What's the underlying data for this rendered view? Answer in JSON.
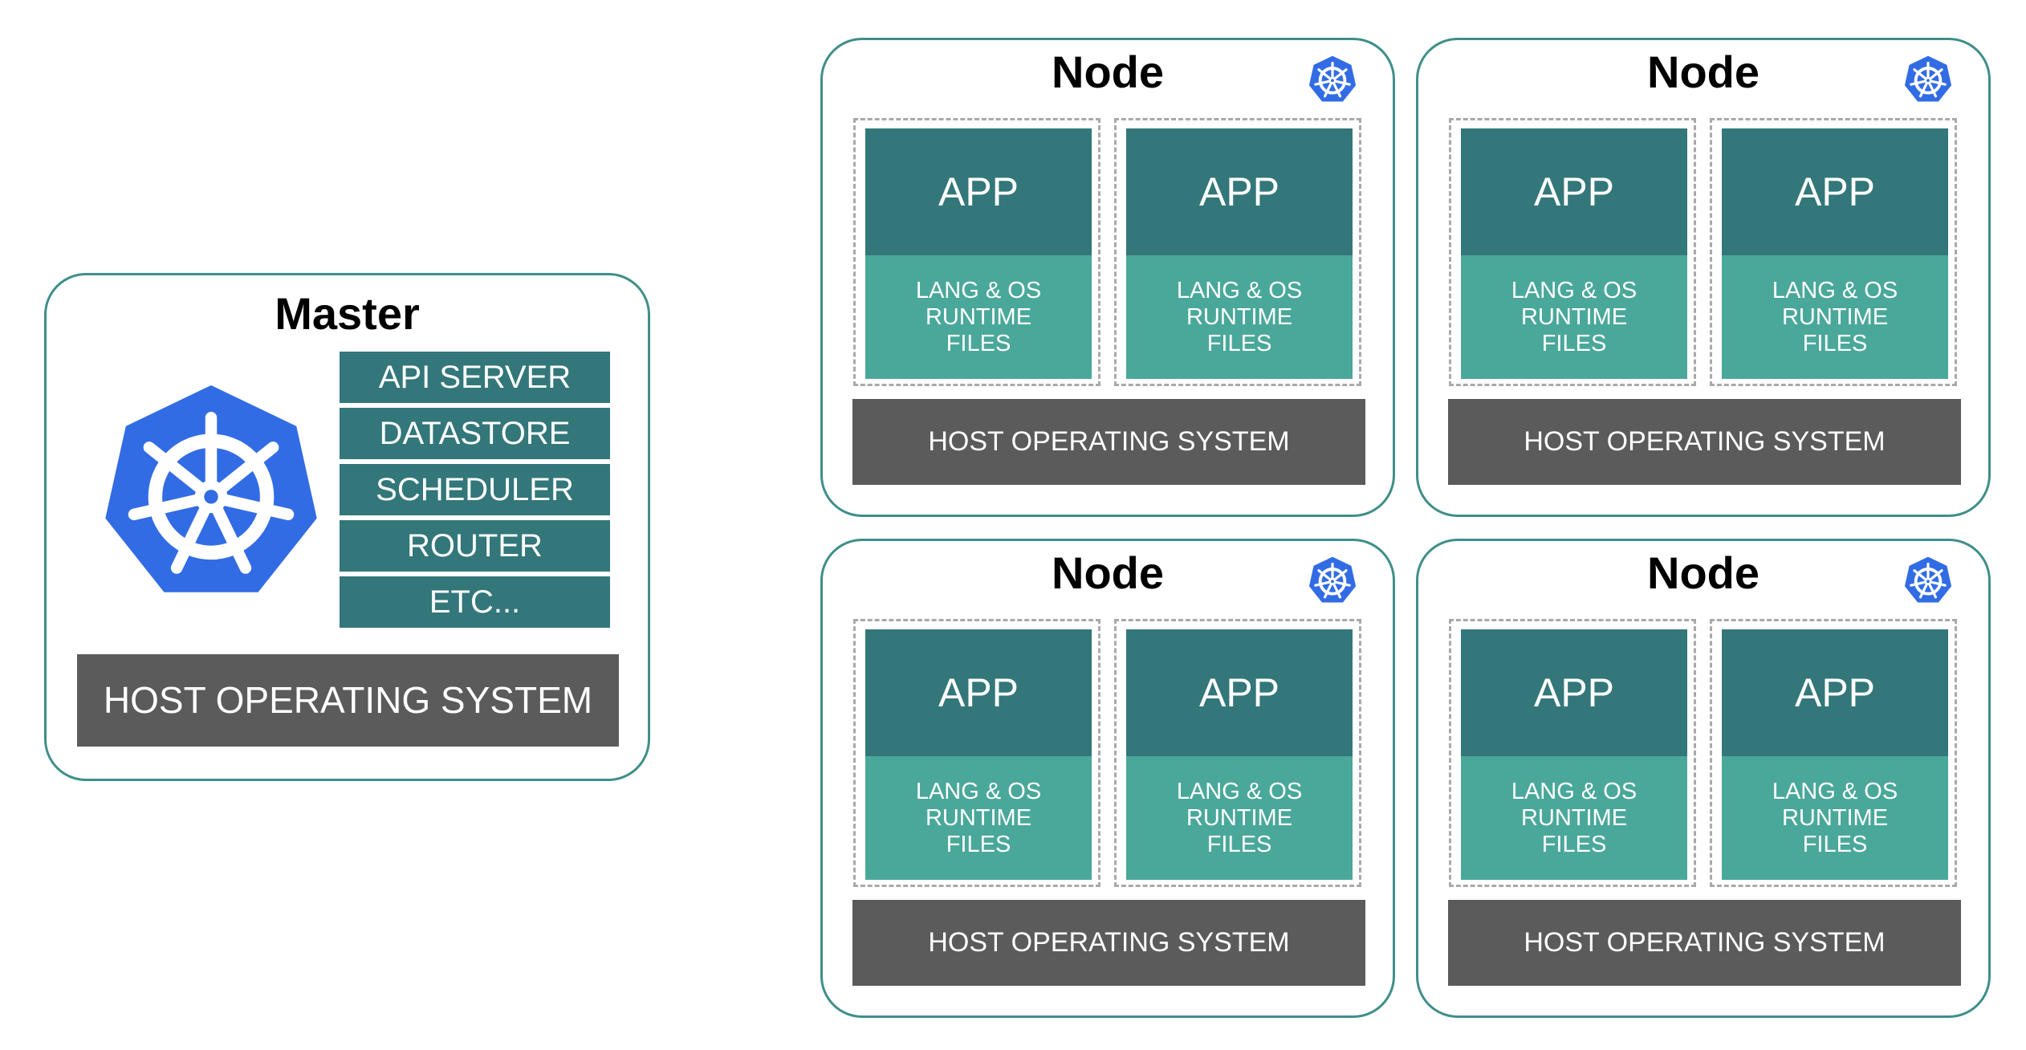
{
  "colors": {
    "panel_border": "#3f8f8a",
    "component_bg": "#33777a",
    "app_top_bg": "#33777a",
    "app_bottom_bg": "#4aa89a",
    "host_os_bg": "#5b5b5b",
    "kubernetes_logo": "#326ce5",
    "dashed_border": "#a9a9a9"
  },
  "master": {
    "title": "Master",
    "logo_icon": "kubernetes-helm-wheel",
    "components": [
      "API SERVER",
      "DATASTORE",
      "SCHEDULER",
      "ROUTER",
      "ETC..."
    ],
    "host_os": "HOST OPERATING SYSTEM"
  },
  "nodes": [
    {
      "title": "Node",
      "logo_icon": "kubernetes-helm-wheel",
      "apps": [
        {
          "label": "APP",
          "runtime": [
            "LANG & OS",
            "RUNTIME",
            "FILES"
          ]
        },
        {
          "label": "APP",
          "runtime": [
            "LANG & OS",
            "RUNTIME",
            "FILES"
          ]
        }
      ],
      "host_os": "HOST OPERATING SYSTEM"
    },
    {
      "title": "Node",
      "logo_icon": "kubernetes-helm-wheel",
      "apps": [
        {
          "label": "APP",
          "runtime": [
            "LANG & OS",
            "RUNTIME",
            "FILES"
          ]
        },
        {
          "label": "APP",
          "runtime": [
            "LANG & OS",
            "RUNTIME",
            "FILES"
          ]
        }
      ],
      "host_os": "HOST OPERATING SYSTEM"
    },
    {
      "title": "Node",
      "logo_icon": "kubernetes-helm-wheel",
      "apps": [
        {
          "label": "APP",
          "runtime": [
            "LANG & OS",
            "RUNTIME",
            "FILES"
          ]
        },
        {
          "label": "APP",
          "runtime": [
            "LANG & OS",
            "RUNTIME",
            "FILES"
          ]
        }
      ],
      "host_os": "HOST OPERATING SYSTEM"
    },
    {
      "title": "Node",
      "logo_icon": "kubernetes-helm-wheel",
      "apps": [
        {
          "label": "APP",
          "runtime": [
            "LANG & OS",
            "RUNTIME",
            "FILES"
          ]
        },
        {
          "label": "APP",
          "runtime": [
            "LANG & OS",
            "RUNTIME",
            "FILES"
          ]
        }
      ],
      "host_os": "HOST OPERATING SYSTEM"
    }
  ]
}
